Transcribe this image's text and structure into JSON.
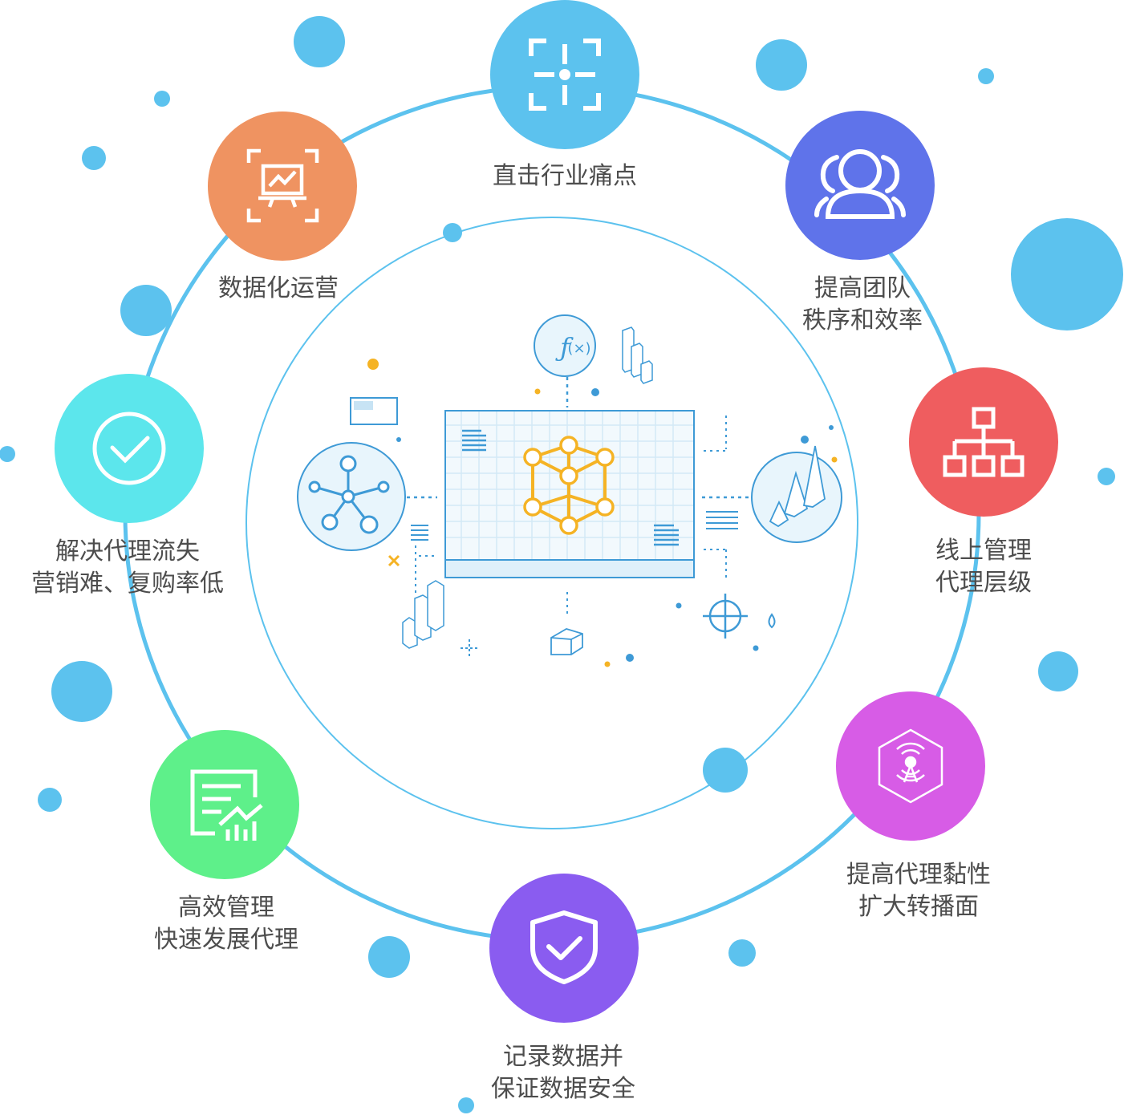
{
  "colors": {
    "ring": "#5cc2ee",
    "bubble": "#5cc2ee",
    "accent_orange": "#f5b324",
    "line_blue": "#3e9ad6"
  },
  "nodes": [
    {
      "id": "pain-points",
      "icon": "focus-target-icon",
      "color": "#5cc2ee",
      "lines": [
        "直击行业痛点"
      ]
    },
    {
      "id": "team-efficiency",
      "icon": "team-users-icon",
      "color": "#5f73ea",
      "lines": [
        "提高团队",
        "秩序和效率"
      ]
    },
    {
      "id": "online-management",
      "icon": "org-chart-icon",
      "color": "#ef5d5f",
      "lines": [
        "线上管理",
        "代理层级"
      ]
    },
    {
      "id": "agent-stickiness",
      "icon": "broadcast-hexagon-icon",
      "color": "#d75ce6",
      "lines": [
        "提高代理黏性",
        "扩大转播面"
      ]
    },
    {
      "id": "data-security",
      "icon": "shield-check-icon",
      "color": "#8a5cf0",
      "lines": [
        "记录数据并",
        "保证数据安全"
      ]
    },
    {
      "id": "efficient-management",
      "icon": "report-chart-icon",
      "color": "#5ef08a",
      "lines": [
        "高效管理",
        "快速发展代理"
      ]
    },
    {
      "id": "solve-agent-loss",
      "icon": "check-circle-icon",
      "color": "#5ce6ec",
      "lines": [
        "解决代理流失",
        "营销难、复购率低"
      ]
    },
    {
      "id": "data-operations",
      "icon": "presentation-chart-icon",
      "color": "#ef9361",
      "lines": [
        "数据化运营"
      ]
    }
  ]
}
